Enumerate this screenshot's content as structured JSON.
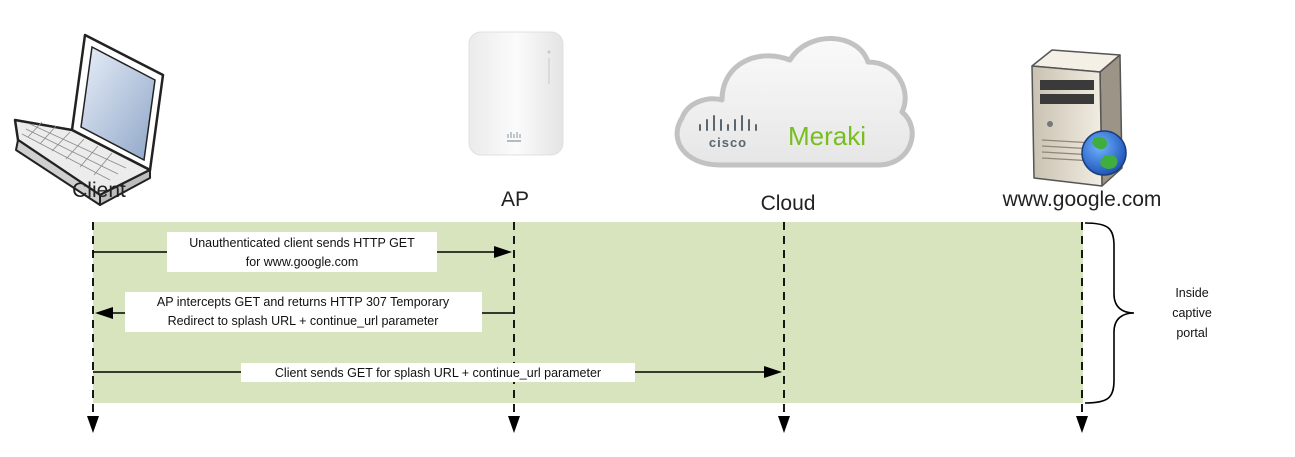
{
  "actors": {
    "client": {
      "label": "Client",
      "icon": "laptop-icon"
    },
    "ap": {
      "label": "AP",
      "icon": "access-point-icon"
    },
    "cloud": {
      "label": "Cloud",
      "icon": "meraki-cloud-icon",
      "logo_text": {
        "cisco": "cisco",
        "meraki": "Meraki"
      }
    },
    "server": {
      "label": "www.google.com",
      "icon": "web-server-icon"
    }
  },
  "messages": [
    {
      "from": "client",
      "to": "ap",
      "lines": [
        "Unauthenticated client sends HTTP GET",
        "for www.google.com"
      ]
    },
    {
      "from": "ap",
      "to": "client",
      "lines": [
        "AP intercepts GET and returns HTTP 307 Temporary",
        "Redirect to splash URL + continue_url parameter"
      ]
    },
    {
      "from": "client",
      "to": "cloud",
      "lines": [
        "Client sends GET for splash URL + continue_url parameter"
      ]
    }
  ],
  "note": {
    "lines": [
      "Inside",
      "captive",
      "portal"
    ]
  },
  "colors": {
    "region_fill": "#d7e4bd",
    "meraki_green": "#78be20",
    "line": "#000000"
  }
}
